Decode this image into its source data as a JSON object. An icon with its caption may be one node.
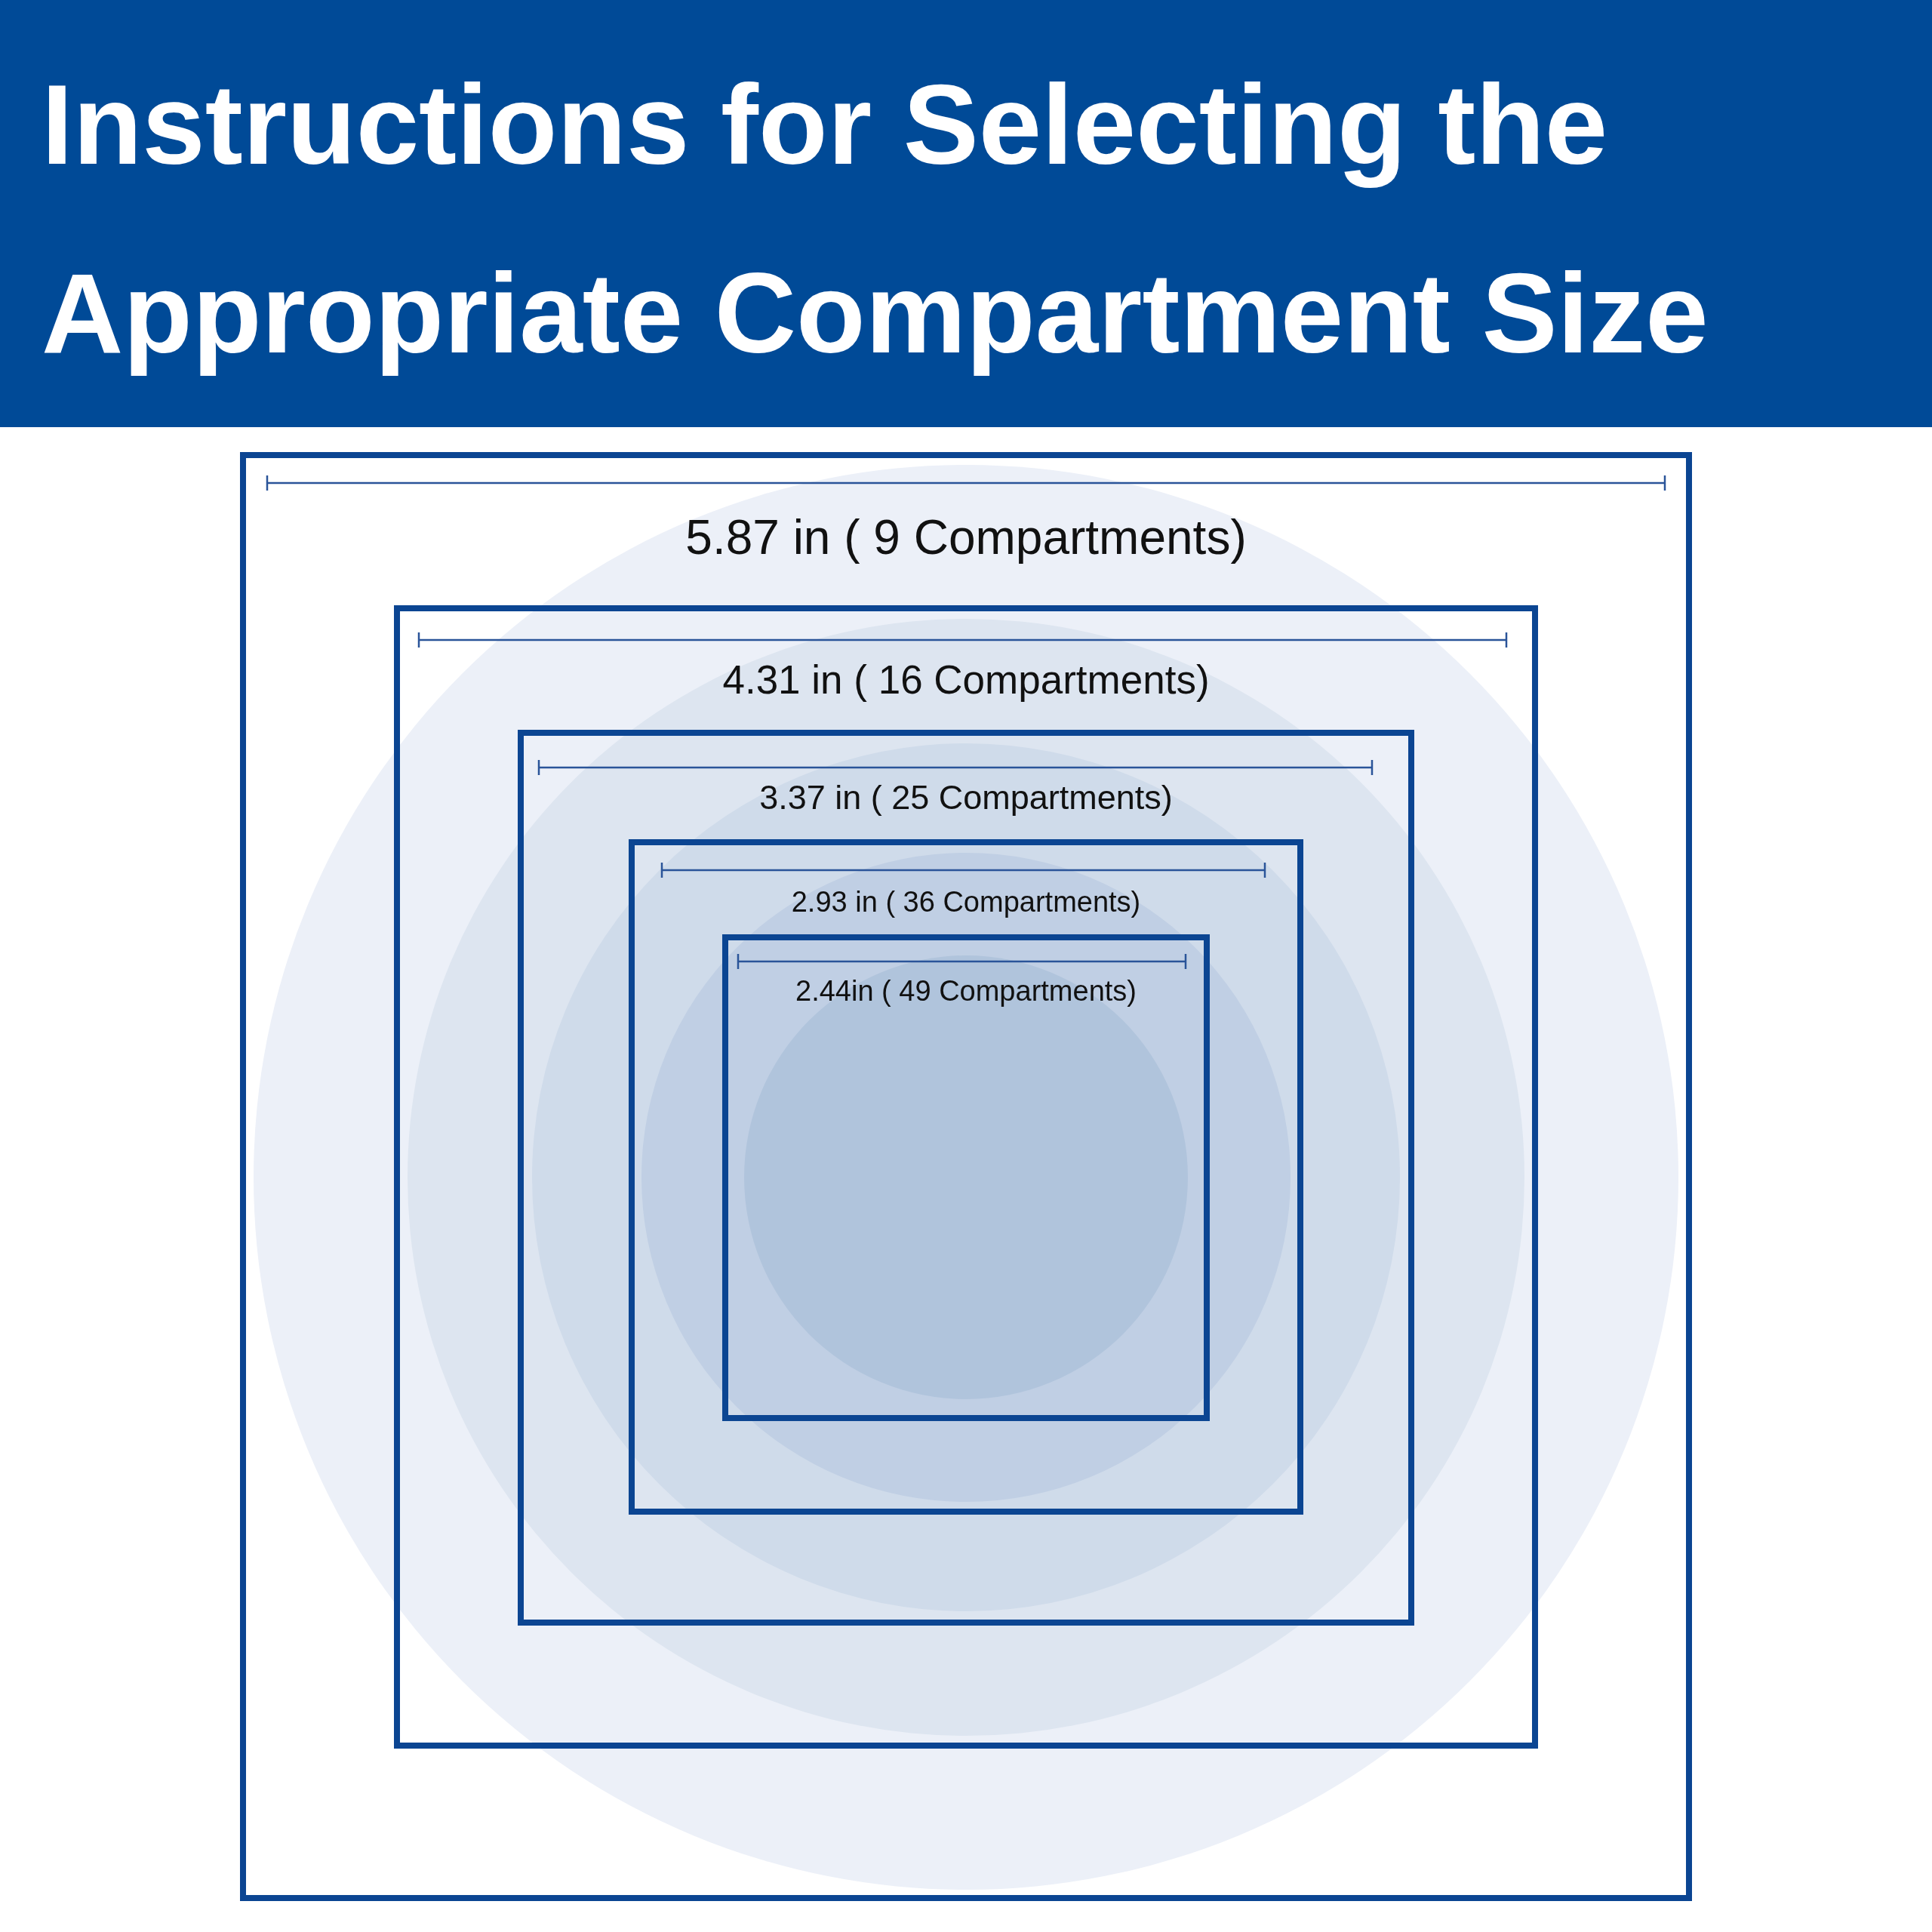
{
  "diagram": {
    "title": "Instructions for Selecting the Appropriate Compartment Size",
    "nodes": [
      {
        "text": [
          "5.87 in ( 9 Compartments)"
        ]
      },
      {
        "text": [
          "4.31 in ( 16 Compartments)"
        ],
        "in": 0
      },
      {
        "text": [
          "3.37 in ( 25 Compartments)"
        ],
        "in": 1
      },
      {
        "text": [
          "2.93 in ( 36 Compartments)"
        ],
        "in": 2
      },
      {
        "text": [
          "2.44in ( 49 Compartments)"
        ],
        "in": 3
      }
    ],
    "edges": []
  }
}
